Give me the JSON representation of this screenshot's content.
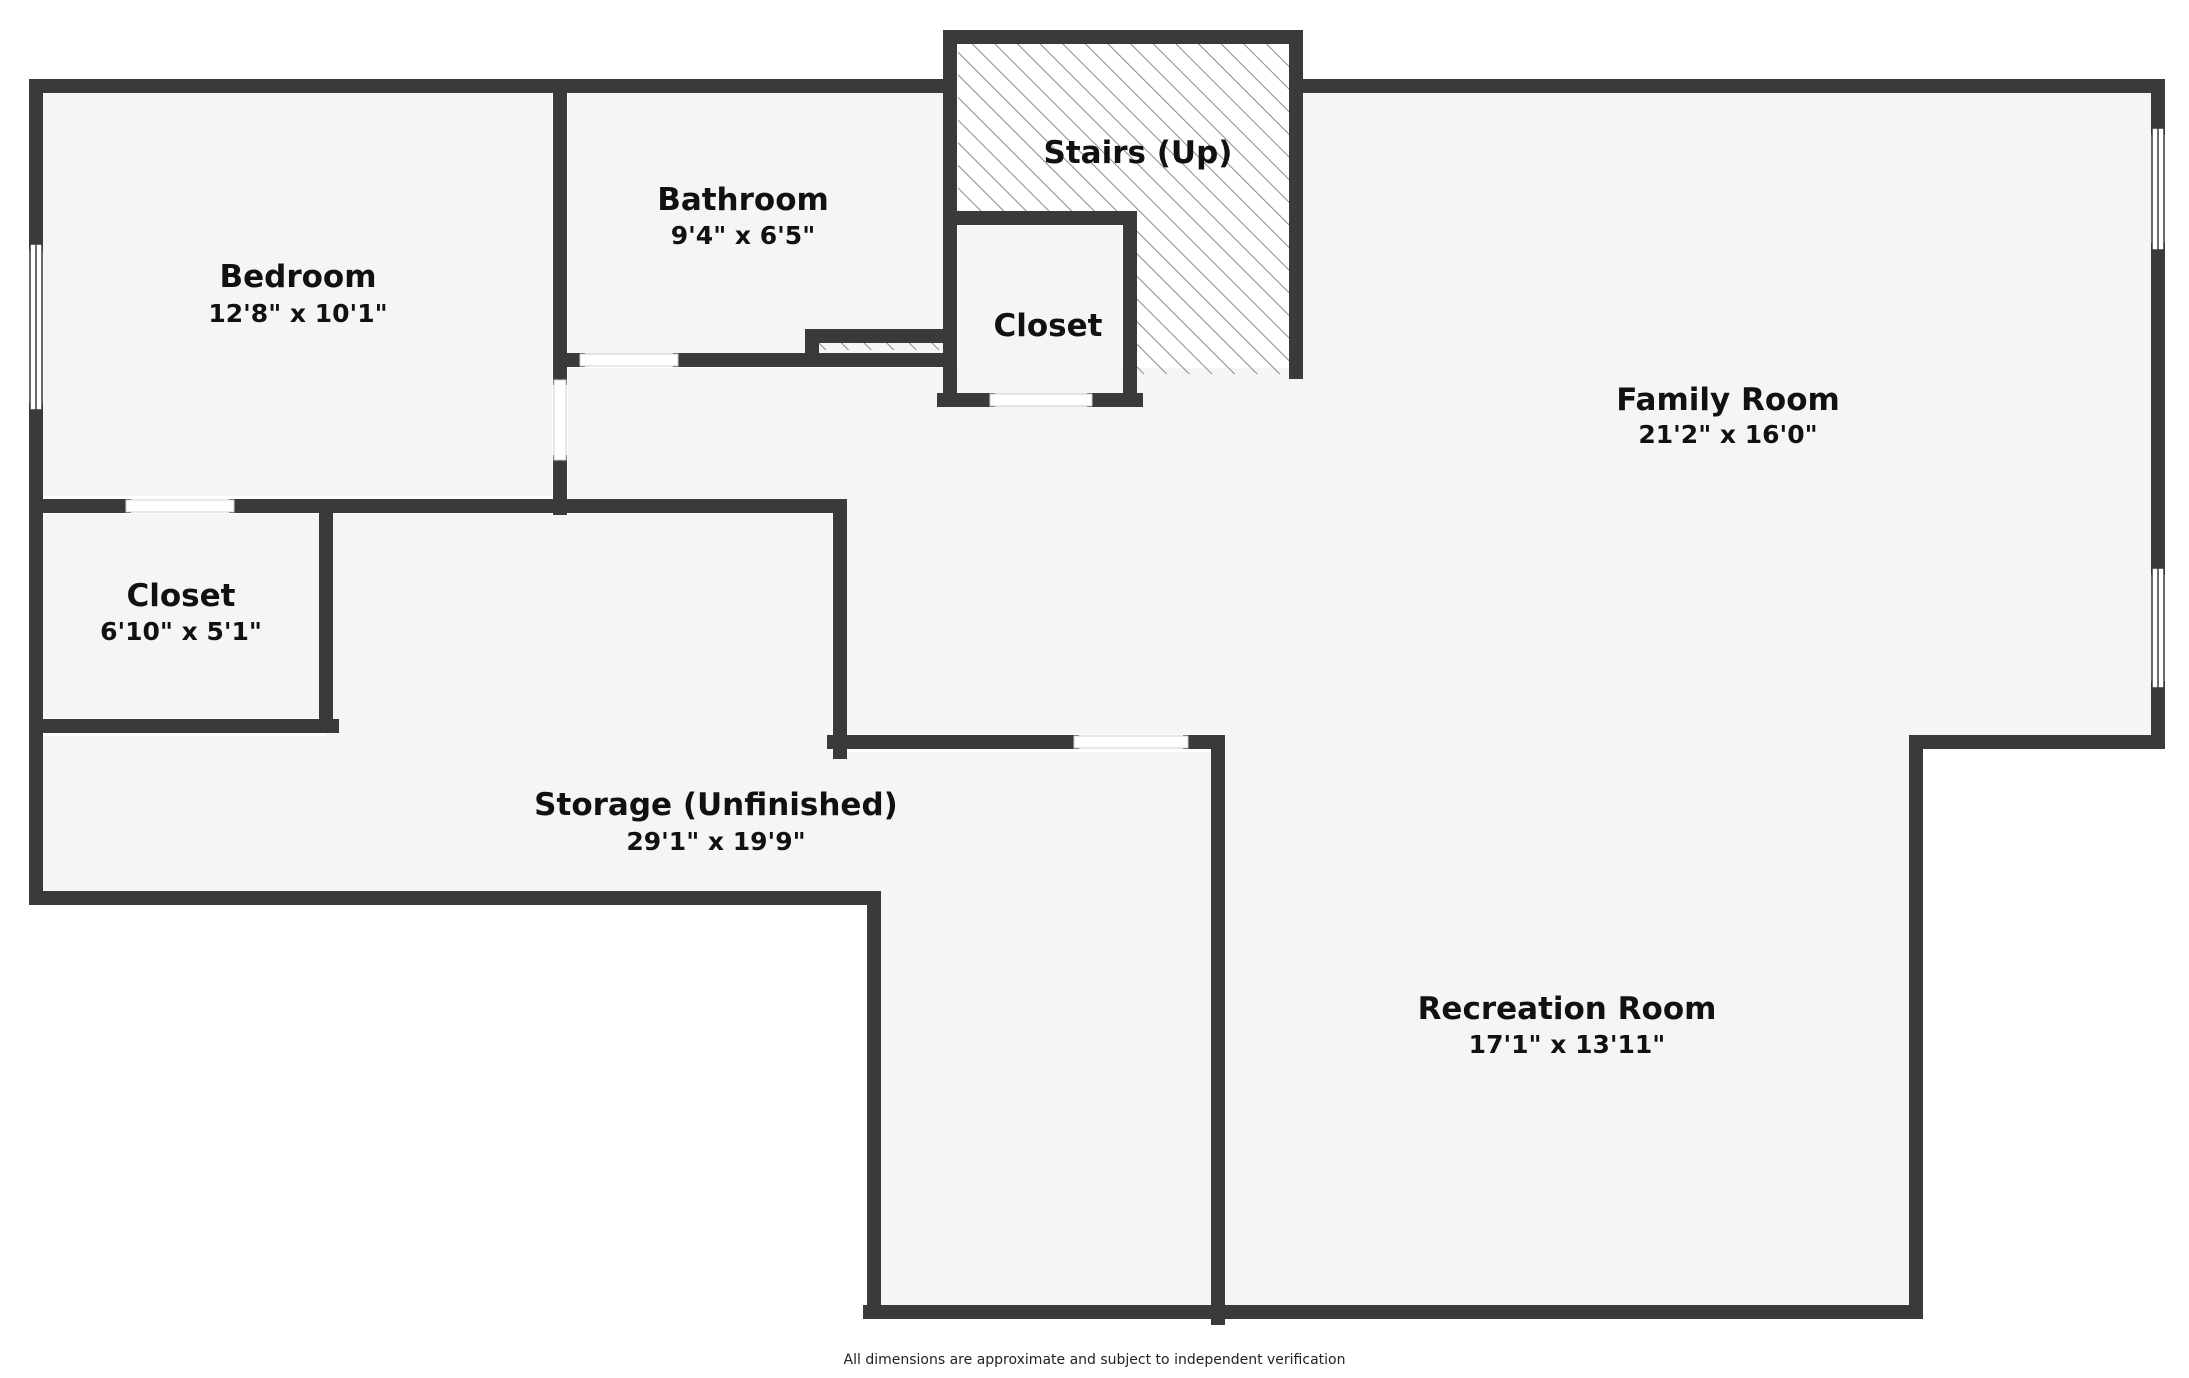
{
  "colors": {
    "wall": "#3a3a3a",
    "floor": "#f5f5f5",
    "stairs_fill": "#e4e4e4",
    "hatch": "#8a8a8a",
    "opening": "#ffffff",
    "background": "#ffffff"
  },
  "rooms": [
    {
      "id": "bedroom",
      "name": "Bedroom",
      "dimensions": "12'8\" x 10'1\""
    },
    {
      "id": "bathroom",
      "name": "Bathroom",
      "dimensions": "9'4\" x 6'5\""
    },
    {
      "id": "stairs",
      "name": "Stairs (Up)"
    },
    {
      "id": "closet-small",
      "name": "Closet"
    },
    {
      "id": "family-room",
      "name": "Family Room",
      "dimensions": "21'2\" x 16'0\""
    },
    {
      "id": "closet",
      "name": "Closet",
      "dimensions": "6'10\" x 5'1\""
    },
    {
      "id": "storage",
      "name": "Storage (Unfinished)",
      "dimensions": "29'1\" x 19'9\""
    },
    {
      "id": "recreation-room",
      "name": "Recreation Room",
      "dimensions": "17'1\" x 13'11\""
    }
  ],
  "disclaimer": "All dimensions are approximate and subject to independent verification"
}
